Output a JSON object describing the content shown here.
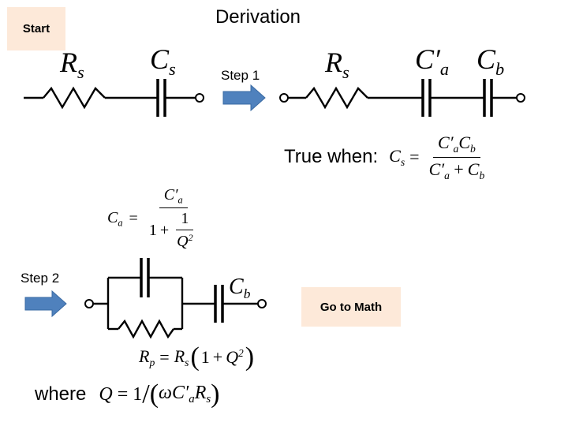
{
  "title": "Derivation",
  "buttons": {
    "start_label": "Start",
    "go_to_math_label": "Go to Math",
    "button_color": "#fde9d9"
  },
  "steps": {
    "step1_label": "Step 1",
    "step2_label": "Step 2",
    "arrow_color": "#4f81bd"
  },
  "circuit1": {
    "resistor": {
      "symbol": "R",
      "subscript": "s"
    },
    "capacitor": {
      "symbol": "C",
      "subscript": "s"
    }
  },
  "circuit2": {
    "resistor": {
      "symbol": "R",
      "subscript": "s"
    },
    "capacitor_a": {
      "symbol": "C",
      "prime": "′",
      "subscript": "a"
    },
    "capacitor_b": {
      "symbol": "C",
      "subscript": "b"
    }
  },
  "circuit3": {
    "capacitor_b": {
      "symbol": "C",
      "subscript": "b"
    }
  },
  "equations": {
    "true_when_label": "True when:",
    "cs_eq": {
      "lhs": "C",
      "lhs_sub": "s",
      "equals": "=",
      "num_1": "C",
      "num_1_prime": "′",
      "num_1_sub": "a",
      "num_2": "C",
      "num_2_sub": "b",
      "den_1": "C",
      "den_1_prime": "′",
      "den_1_sub": "a",
      "den_plus": "+",
      "den_2": "C",
      "den_2_sub": "b"
    },
    "ca_eq": {
      "lhs": "C",
      "lhs_sub": "a",
      "equals": "=",
      "num": "C",
      "num_prime": "′",
      "num_sub": "a",
      "den_one": "1",
      "den_plus": "+",
      "inner_num": "1",
      "inner_den": "Q",
      "inner_den_sup": "2"
    },
    "rp_eq": {
      "lhs": "R",
      "lhs_sub": "p",
      "equals": "=",
      "r": "R",
      "r_sub": "s",
      "lparen": "(",
      "one": "1",
      "plus": "+",
      "q": "Q",
      "q_sup": "2",
      "rparen": ")"
    },
    "where_label": "where",
    "q_eq": {
      "q": "Q",
      "equals": "=",
      "one": "1",
      "slash": "/",
      "lparen": "(",
      "omega": "ω",
      "c": "C",
      "c_prime": "′",
      "c_sub": "a",
      "r": "R",
      "r_sub": "s",
      "rparen": ")"
    }
  }
}
